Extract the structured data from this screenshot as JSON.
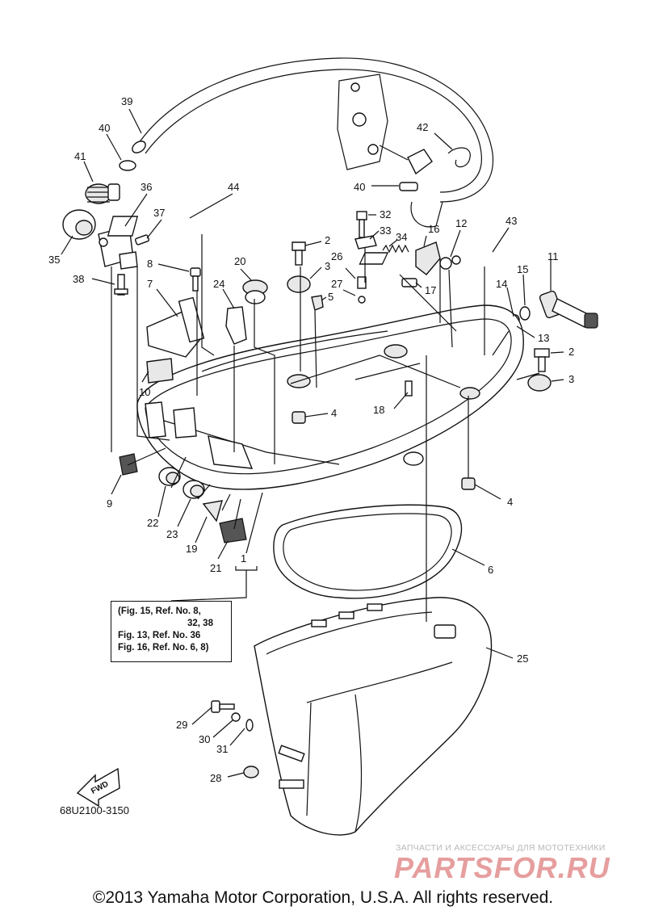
{
  "callouts": [
    "1",
    "2",
    "3",
    "4",
    "5",
    "6",
    "7",
    "8",
    "9",
    "10",
    "11",
    "12",
    "13",
    "14",
    "15",
    "16",
    "17",
    "18",
    "19",
    "20",
    "21",
    "22",
    "23",
    "24",
    "25",
    "26",
    "27",
    "28",
    "29",
    "30",
    "31",
    "32",
    "33",
    "34",
    "35",
    "36",
    "37",
    "38",
    "39",
    "40",
    "41",
    "42",
    "43",
    "44"
  ],
  "note": {
    "line1": "(Fig. 15, Ref. No. 8,",
    "line2": "32, 38",
    "line3": "Fig. 13, Ref. No. 36",
    "line4": "Fig. 16, Ref. No. 6, 8)"
  },
  "fwd_label": "FWD",
  "figure_code": "68U2100-3150",
  "watermark": {
    "subtitle": "ЗАПЧАСТИ И АКСЕССУАРЫ ДЛЯ МОТОТЕХНИКИ",
    "brand": "PARTSFOR.RU"
  },
  "copyright": "©2013 Yamaha Motor Corporation, U.S.A. All rights reserved."
}
